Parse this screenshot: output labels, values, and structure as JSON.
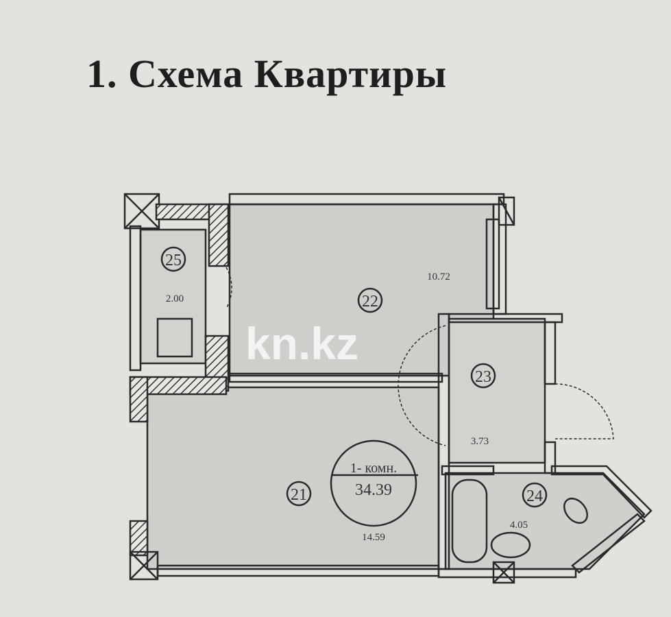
{
  "title": "1. Схема Квартиры",
  "watermark": "kn.kz",
  "summary": {
    "rooms_label": "1- комн.",
    "total_area": "34.39"
  },
  "rooms": [
    {
      "number": "21",
      "area": "14.59"
    },
    {
      "number": "22",
      "area": "10.72"
    },
    {
      "number": "23",
      "area": "3.73"
    },
    {
      "number": "24",
      "area": "4.05"
    },
    {
      "number": "25",
      "area": "2.00"
    }
  ],
  "colors": {
    "paper": "#e3e2dc",
    "floor": "#cfceca",
    "line": "#2a2a2a"
  }
}
